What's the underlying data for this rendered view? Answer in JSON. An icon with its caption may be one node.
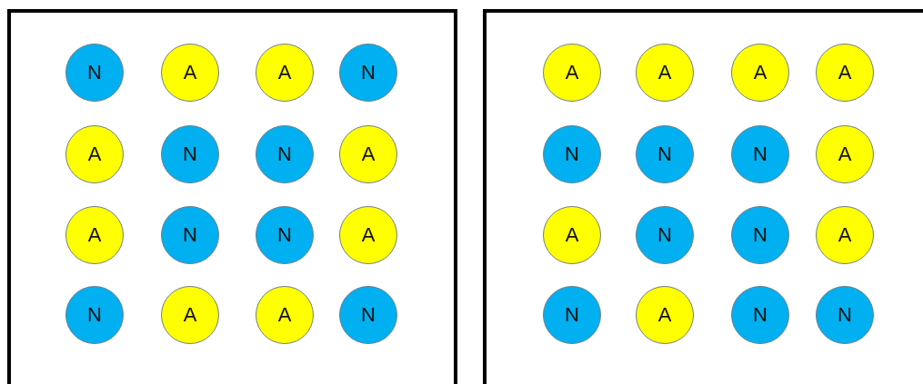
{
  "diagram": {
    "nodes": [
      {
        "text": [],
        "shape": "box"
      },
      {
        "text": [
          "N"
        ],
        "in": 0
      },
      {
        "text": [
          "A"
        ],
        "in": 0
      },
      {
        "text": [
          "A"
        ],
        "in": 0
      },
      {
        "text": [
          "N"
        ],
        "in": 0
      },
      {
        "text": [
          "A"
        ],
        "in": 0
      },
      {
        "text": [
          "N"
        ],
        "in": 0
      },
      {
        "text": [
          "N"
        ],
        "in": 0
      },
      {
        "text": [
          "A"
        ],
        "in": 0
      },
      {
        "text": [
          "A"
        ],
        "in": 0
      },
      {
        "text": [
          "N"
        ],
        "in": 0
      },
      {
        "text": [
          "N"
        ],
        "in": 0
      },
      {
        "text": [
          "A"
        ],
        "in": 0
      },
      {
        "text": [
          "N"
        ],
        "in": 0
      },
      {
        "text": [
          "A"
        ],
        "in": 0
      },
      {
        "text": [
          "A"
        ],
        "in": 0
      },
      {
        "text": [
          "N"
        ],
        "in": 0
      },
      {
        "text": [],
        "shape": "box"
      },
      {
        "text": [
          "A"
        ],
        "in": 17
      },
      {
        "text": [
          "A"
        ],
        "in": 17
      },
      {
        "text": [
          "A"
        ],
        "in": 17
      },
      {
        "text": [
          "A"
        ],
        "in": 17
      },
      {
        "text": [
          "N"
        ],
        "in": 17
      },
      {
        "text": [
          "N"
        ],
        "in": 17
      },
      {
        "text": [
          "N"
        ],
        "in": 17
      },
      {
        "text": [
          "A"
        ],
        "in": 17
      },
      {
        "text": [
          "A"
        ],
        "in": 17
      },
      {
        "text": [
          "N"
        ],
        "in": 17
      },
      {
        "text": [
          "N"
        ],
        "in": 17
      },
      {
        "text": [
          "A"
        ],
        "in": 17
      },
      {
        "text": [
          "N"
        ],
        "in": 17
      },
      {
        "text": [
          "A"
        ],
        "in": 17
      },
      {
        "text": [
          "N"
        ],
        "in": 17
      },
      {
        "text": [
          "N"
        ],
        "in": 17
      }
    ]
  }
}
